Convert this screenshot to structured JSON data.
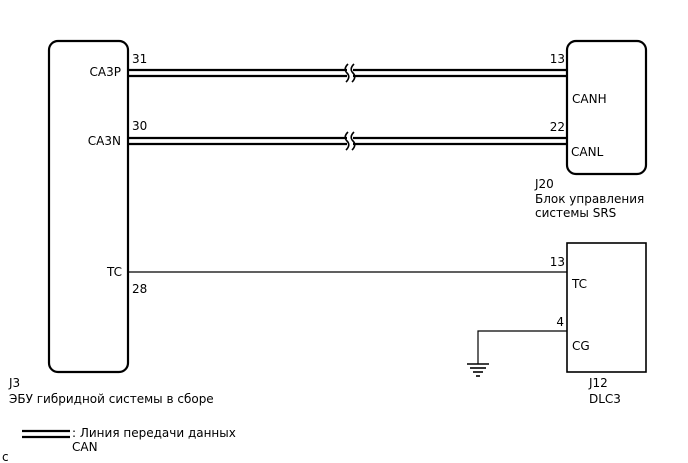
{
  "ecu_j3": {
    "code": "J3",
    "name": "ЭБУ гибридной системы в сборе",
    "pins": [
      {
        "label": "CA3P",
        "number": "31"
      },
      {
        "label": "CA3N",
        "number": "30"
      },
      {
        "label": "TC",
        "number": "28"
      }
    ]
  },
  "ecu_j20": {
    "code": "J20",
    "name_line1": "Блок управления",
    "name_line2": "системы SRS",
    "pins": [
      {
        "label": "CANH",
        "number": "13"
      },
      {
        "label": "CANL",
        "number": "22"
      }
    ]
  },
  "dlc_j12": {
    "code": "J12",
    "name": "DLC3",
    "pins": [
      {
        "label": "TC",
        "number": "13"
      },
      {
        "label": "CG",
        "number": "4"
      }
    ]
  },
  "legend": {
    "line1": ": Линия передачи данных",
    "line2": "CAN"
  },
  "corner_mark": "c"
}
